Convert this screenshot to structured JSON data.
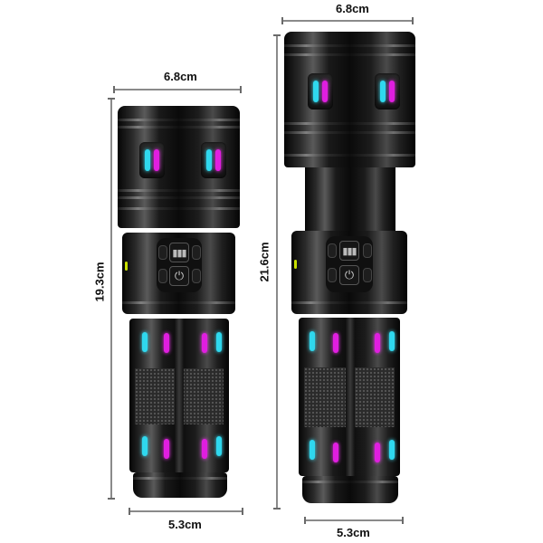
{
  "product": "Tactical LED flashlight with RGB side lights — size comparison",
  "colors": {
    "background": "#ffffff",
    "body": "#0a0a0a",
    "led_cyan": "#2fd8ee",
    "led_magenta": "#e01ee0",
    "indicator_green": "#c8e000",
    "dimension_line": "#8a8a8a"
  },
  "flashlights": [
    {
      "id": "compact",
      "head_width_label": "6.8cm",
      "length_label": "19.3cm",
      "tail_width_label": "5.3cm",
      "state": "retracted"
    },
    {
      "id": "extended",
      "head_width_label": "6.8cm",
      "length_label": "21.6cm",
      "tail_width_label": "5.3cm",
      "state": "zoom extended"
    }
  ],
  "control_panel": {
    "icons": [
      "battery-level-icon",
      "power-icon"
    ],
    "side_buttons": 4
  }
}
